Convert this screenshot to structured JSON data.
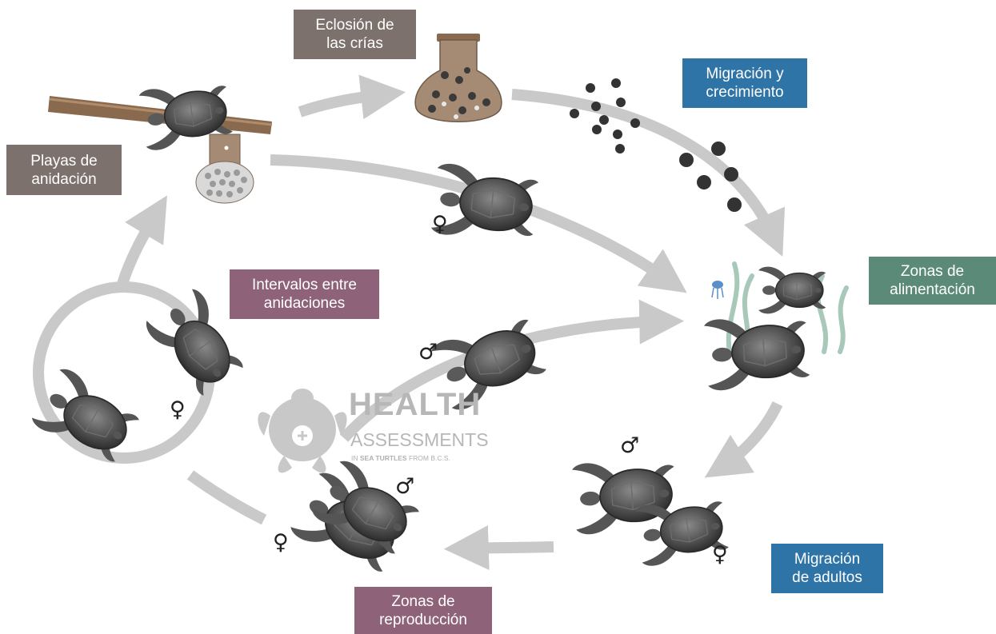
{
  "labels": {
    "hatching": [
      "Eclosión de",
      "las crías"
    ],
    "migration_growth": [
      "Migración y",
      "crecimiento"
    ],
    "nesting_beaches": [
      "Playas de",
      "anidación"
    ],
    "feeding_zones": [
      "Zonas de",
      "alimentación"
    ],
    "internesting": [
      "Intervalos entre",
      "anidaciones"
    ],
    "adult_migration": [
      "Migración",
      "de adultos"
    ],
    "breeding_zones": [
      "Zonas de",
      "reproducción"
    ]
  },
  "symbols": {
    "female": "♀",
    "male": "♂"
  },
  "watermark": {
    "line1": "HEALTH",
    "line2": "ASSESSMENTS",
    "line3_prefix": "IN ",
    "line3_bold": "SEA TURTLES",
    "line3_suffix": " FROM B.C.S."
  },
  "colors": {
    "arrow": "#c9c9c9",
    "turtle": "#4a4a4a",
    "label_brown": "#7d716d",
    "label_blue": "#2f74a7",
    "label_teal": "#5b8a78",
    "label_mauve": "#8e6278"
  }
}
